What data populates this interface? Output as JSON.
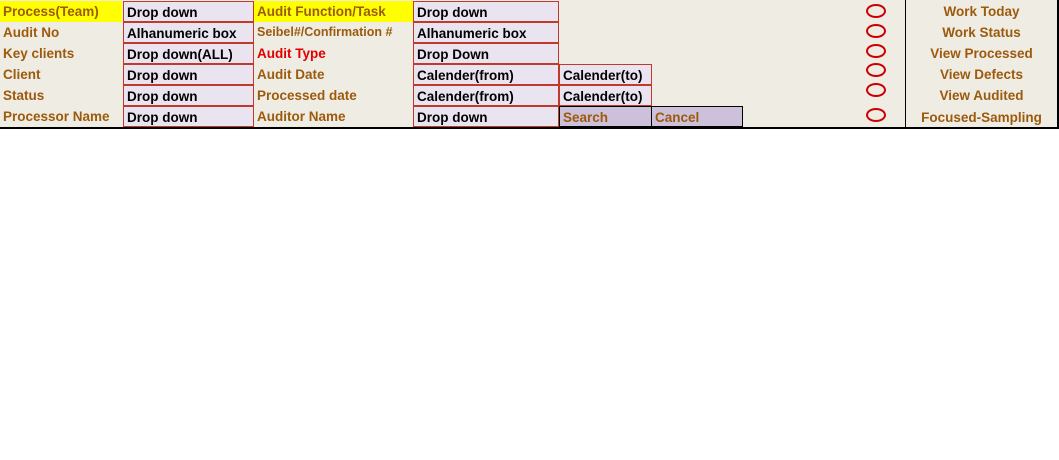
{
  "rows": [
    {
      "label": "Process(Team)",
      "ctrl1": "Drop down",
      "label2": "Audit Function/Task",
      "ctrl2": "Drop down"
    },
    {
      "label": "Audit No",
      "ctrl1": "Alhanumeric box",
      "label2": "Seibel#/Confirmation #",
      "ctrl2": "Alhanumeric box"
    },
    {
      "label": "Key clients",
      "ctrl1": "Drop down(ALL)",
      "label2": "Audit Type",
      "ctrl2": "Drop Down"
    },
    {
      "label": "Client",
      "ctrl1": "Drop down",
      "label2": "Audit Date",
      "ctrl2": "Calender(from)",
      "ctrl3": "Calender(to)"
    },
    {
      "label": "Status",
      "ctrl1": "Drop down",
      "label2": "Processed date",
      "ctrl2": "Calender(from)",
      "ctrl3": "Calender(to)"
    },
    {
      "label": "Processor Name",
      "ctrl1": "Drop down",
      "label2": "Auditor Name",
      "ctrl2": "Drop down"
    }
  ],
  "buttons": {
    "search": "Search",
    "cancel": "Cancel"
  },
  "nav": [
    "Work Today",
    "Work Status",
    "View Processed",
    "View Defects",
    "View Audited",
    "Focused-Sampling"
  ],
  "colors": {
    "label": "#9c5a0c",
    "highlight": "#ffff00",
    "alert": "#e00000",
    "box": "#e9e4f0",
    "button": "#ccc0da",
    "radio": "#cc0000"
  }
}
